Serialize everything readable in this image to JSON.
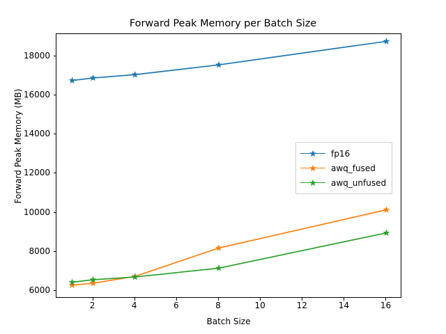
{
  "chart_data": {
    "type": "line",
    "title": "Forward Peak Memory per Batch Size",
    "xlabel": "Batch Size",
    "ylabel": "Forward Peak Memory (MB)",
    "x": [
      1,
      2,
      4,
      8,
      16
    ],
    "xlim": [
      0.25,
      16.75
    ],
    "ylim": [
      5620,
      19120
    ],
    "xticks": [
      2,
      4,
      6,
      8,
      10,
      12,
      14,
      16
    ],
    "yticks": [
      6000,
      8000,
      10000,
      12000,
      14000,
      16000,
      18000
    ],
    "xtick_labels": [
      "2",
      "4",
      "6",
      "8",
      "10",
      "12",
      "14",
      "16"
    ],
    "ytick_labels": [
      "6000",
      "8000",
      "10000",
      "12000",
      "14000",
      "16000",
      "18000"
    ],
    "grid": false,
    "legend_position": "center right",
    "marker": "star",
    "series": [
      {
        "name": "fp16",
        "color": "#1f77b4",
        "values": [
          16750,
          16880,
          17050,
          17550,
          18750
        ]
      },
      {
        "name": "awq_fused",
        "color": "#ff7f0e",
        "values": [
          6300,
          6400,
          6750,
          8200,
          10150
        ]
      },
      {
        "name": "awq_unfused",
        "color": "#2ca02c",
        "values": [
          6450,
          6580,
          6720,
          7170,
          8970
        ]
      }
    ]
  },
  "legend": {
    "items": [
      {
        "label": "fp16",
        "color": "#1f77b4"
      },
      {
        "label": "awq_fused",
        "color": "#ff7f0e"
      },
      {
        "label": "awq_unfused",
        "color": "#2ca02c"
      }
    ]
  }
}
